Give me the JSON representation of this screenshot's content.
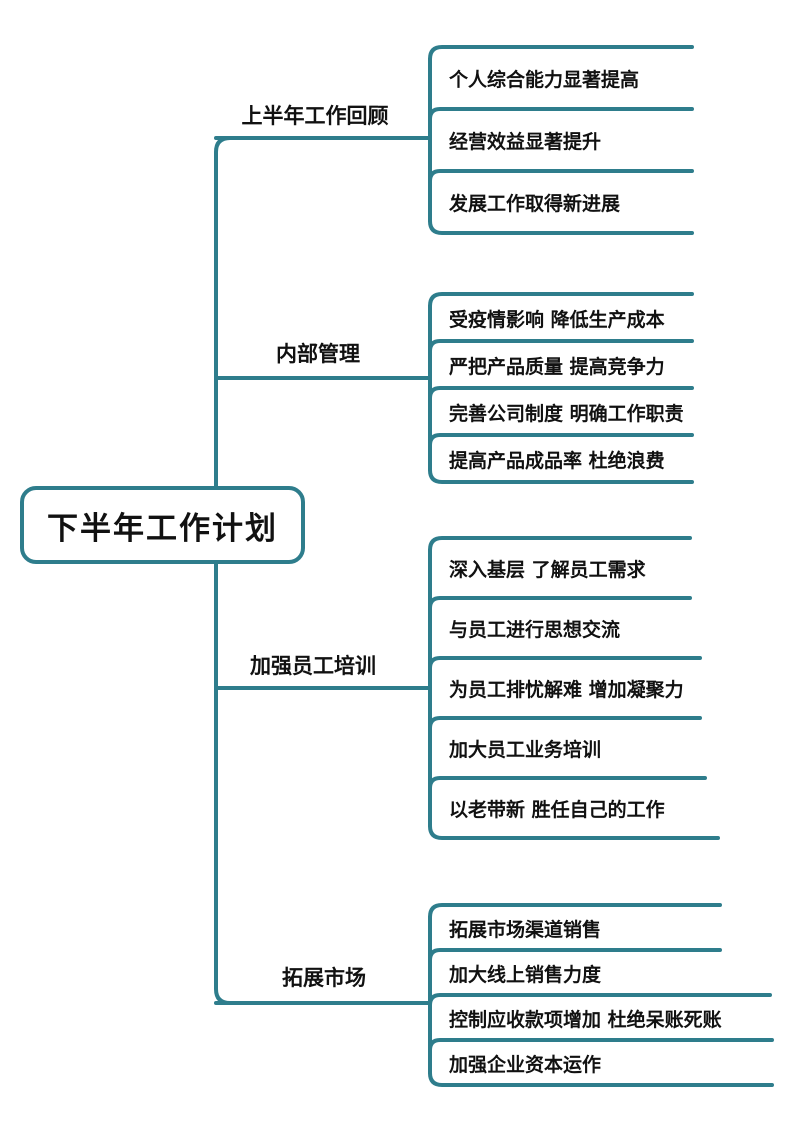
{
  "root": {
    "label": "下半年工作计划"
  },
  "line_color": "#2e7d8c",
  "branches": [
    {
      "label": "上半年工作回顾",
      "items": [
        "个人综合能力显著提高",
        "经营效益显著提升",
        "发展工作取得新进展"
      ]
    },
    {
      "label": "内部管理",
      "items": [
        "受疫情影响  降低生产成本",
        "严把产品质量  提高竞争力",
        "完善公司制度  明确工作职责",
        "提高产品成品率  杜绝浪费"
      ]
    },
    {
      "label": "加强员工培训",
      "items": [
        "深入基层  了解员工需求",
        "与员工进行思想交流",
        "为员工排忧解难  增加凝聚力",
        "加大员工业务培训",
        "以老带新  胜任自己的工作"
      ]
    },
    {
      "label": "拓展市场",
      "items": [
        "拓展市场渠道销售",
        "加大线上销售力度",
        "控制应收款项增加  杜绝呆账死账",
        "加强企业资本运作"
      ]
    }
  ]
}
